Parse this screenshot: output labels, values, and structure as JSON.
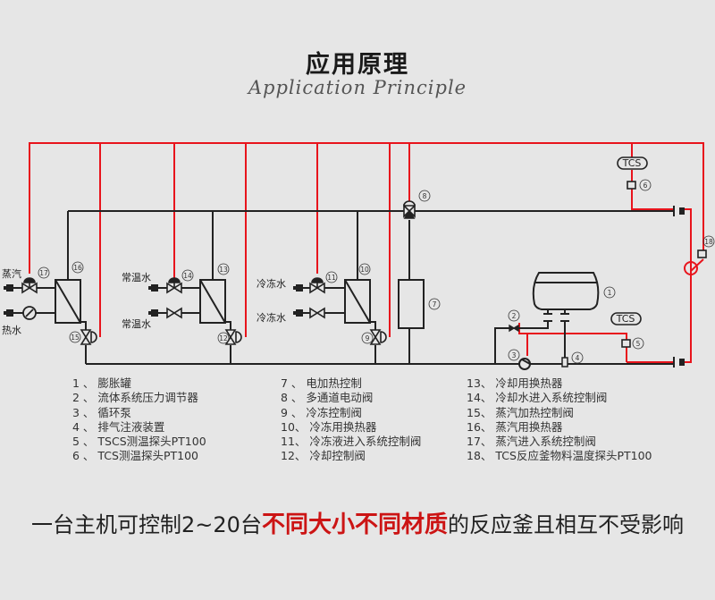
{
  "header": {
    "title": "应用原理",
    "subtitle": "Application Principle"
  },
  "colors": {
    "background": "#e6e6e6",
    "pipe": "#222222",
    "signal": "#e8141c",
    "highlight": "#cc1414"
  },
  "diagram": {
    "labels": {
      "steam": "蒸汽",
      "hot_water": "热水",
      "normal_water_in": "常温水",
      "normal_water_out": "常温水",
      "chilled_water_in": "冷冻水",
      "chilled_water_out": "冷冻水",
      "tcs_top": "TCS",
      "tcs_bottom": "TCS"
    },
    "markers": [
      "1",
      "2",
      "3",
      "4",
      "5",
      "6",
      "7",
      "8",
      "9",
      "10",
      "11",
      "12",
      "13",
      "14",
      "15",
      "16",
      "17",
      "18"
    ]
  },
  "legend": {
    "col1": [
      "1 、 膨胀罐",
      "2 、 流体系统压力调节器",
      "3 、 循环泵",
      "4 、 排气注液装置",
      "5 、 TSCS测温探头PT100",
      "6 、 TCS测温探头PT100"
    ],
    "col2": [
      "7 、 电加热控制",
      "8 、 多通道电动阀",
      "9 、 冷冻控制阀",
      "10、 冷冻用换热器",
      "11、 冷冻液进入系统控制阀",
      "12、 冷却控制阀"
    ],
    "col3": [
      "13、 冷却用换热器",
      "14、 冷却水进入系统控制阀",
      "15、 蒸汽加热控制阀",
      "16、 蒸汽用换热器",
      "17、 蒸汽进入系统控制阀",
      "18、 TCS反应釜物料温度探头PT100"
    ]
  },
  "slogan": {
    "prefix": "一台主机可控制2~20台",
    "highlight": "不同大小不同材质",
    "suffix": "的反应釜且相互不受影响"
  }
}
